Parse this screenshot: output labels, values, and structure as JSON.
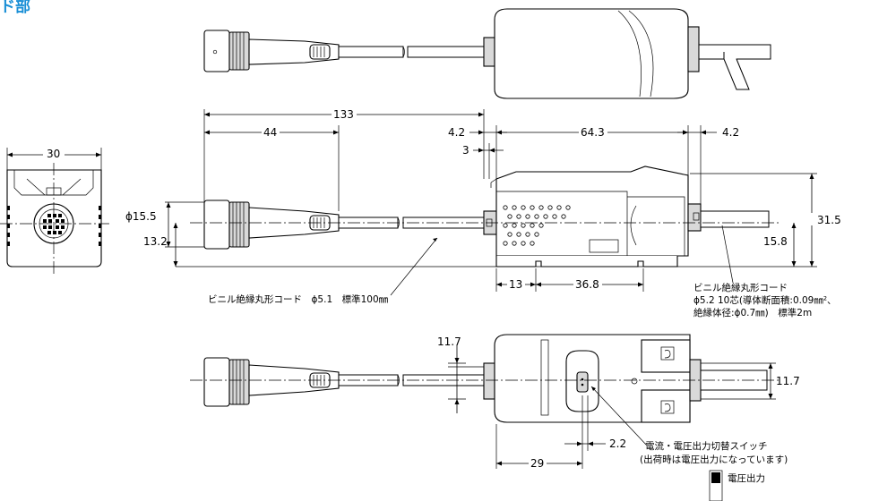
{
  "heading": "ド部",
  "dimensions": {
    "d30": "30",
    "d133": "133",
    "d44": "44",
    "d4_2_left": "4.2",
    "d3": "3",
    "d64_3": "64.3",
    "d4_2_right": "4.2",
    "d31_5": "31.5",
    "d15_8": "15.8",
    "d15_5": "ϕ15.5",
    "d13_2": "13.2",
    "d13": "13",
    "d36_8": "36.8",
    "d11_7_left": "11.7",
    "d11_7_right": "11.7",
    "d2_2": "2.2",
    "d29": "29"
  },
  "labels": {
    "cable1": "ビニル絶縁丸形コード　ϕ5.1　標準100㎜",
    "cable2_line1": "ビニル絶縁丸形コード",
    "cable2_line2": "ϕ5.2 10芯(導体断面積:0.09㎜²、",
    "cable2_line3": "絶縁体径:ϕ0.7㎜)　標準2m",
    "switch_line1": "電流・電圧出力切替スイッチ",
    "switch_line2": "(出荷時は電圧出力になっています)",
    "voltage_output": "電圧出力"
  }
}
